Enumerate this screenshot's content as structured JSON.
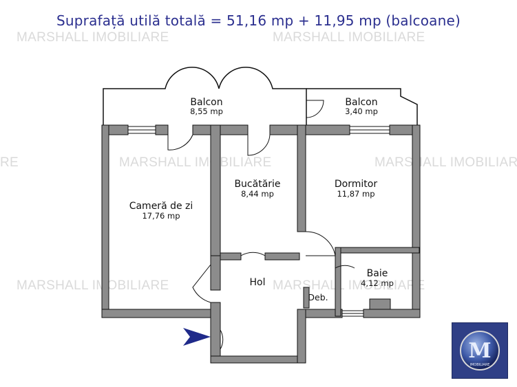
{
  "title": "Suprafață utilă totală = 51,16 mp + 11,95 mp (balcoane)",
  "watermark": "MARSHALL IMOBILIARE",
  "watermark_partial": "RE",
  "rooms": {
    "balcon1": {
      "name": "Balcon",
      "area": "8,55 mp"
    },
    "balcon2": {
      "name": "Balcon",
      "area": "3,40 mp"
    },
    "bucatarie": {
      "name": "Bucătărie",
      "area": "8,44 mp"
    },
    "dormitor": {
      "name": "Dormitor",
      "area": "11,87 mp"
    },
    "camera": {
      "name": "Cameră de zi",
      "area": "17,76 mp"
    },
    "hol": {
      "name": "Hol"
    },
    "baie": {
      "name": "Baie",
      "area": "4,12 mp"
    },
    "deb": {
      "name": "Deb."
    }
  },
  "logo": {
    "letter": "M",
    "caption": "IMOBILIARE"
  },
  "colors": {
    "wall": "#8c8c8c",
    "title": "#2b2f8f",
    "arrow": "#1f2a8a",
    "logo_bg": "#2f3f86"
  }
}
